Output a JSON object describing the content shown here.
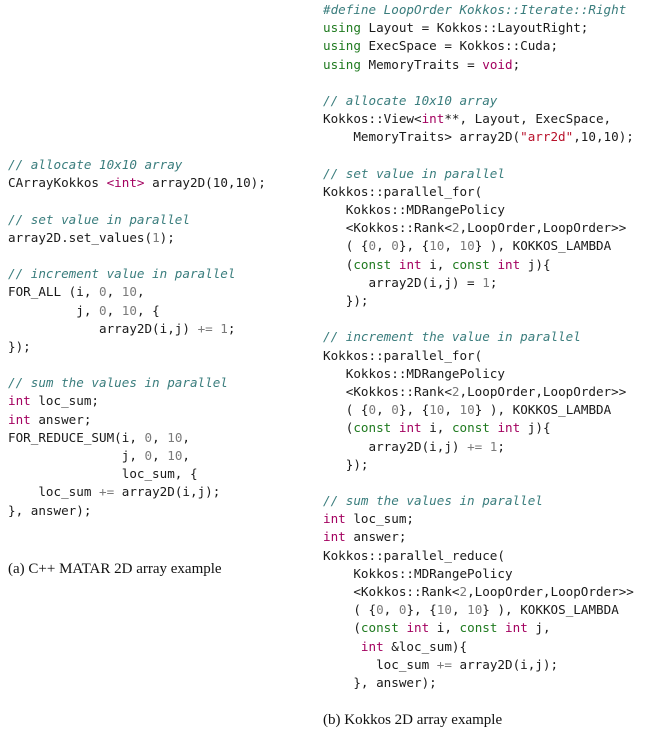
{
  "colors": {
    "comment": "#3a7d7d",
    "keyword": "#1f7a1f",
    "type": "#a3005f",
    "string": "#b8122b",
    "number": "#7a7a7a",
    "text": "#1a1a1a"
  },
  "figure_left": {
    "caption": "(a) C++ MATAR 2D array example",
    "lines": [
      [
        [
          "comment",
          "// allocate 10x10 array"
        ]
      ],
      [
        [
          "plain",
          "CArrayKokkos "
        ],
        [
          "type",
          "<int>"
        ],
        [
          "plain",
          " array2D(10,10);"
        ]
      ],
      [],
      [
        [
          "comment",
          "// set value in parallel"
        ]
      ],
      [
        [
          "plain",
          "array2D.set_values("
        ],
        [
          "num",
          "1"
        ],
        [
          "plain",
          ");"
        ]
      ],
      [],
      [
        [
          "comment",
          "// increment value in parallel"
        ]
      ],
      [
        [
          "plain",
          "FOR_ALL (i, "
        ],
        [
          "num",
          "0"
        ],
        [
          "plain",
          ", "
        ],
        [
          "num",
          "10"
        ],
        [
          "plain",
          ","
        ]
      ],
      [
        [
          "plain",
          "         j, "
        ],
        [
          "num",
          "0"
        ],
        [
          "plain",
          ", "
        ],
        [
          "num",
          "10"
        ],
        [
          "plain",
          ", {"
        ]
      ],
      [
        [
          "plain",
          "            array2D(i,j) "
        ],
        [
          "num",
          "+= 1"
        ],
        [
          "plain",
          ";"
        ]
      ],
      [
        [
          "plain",
          "});"
        ]
      ],
      [],
      [
        [
          "comment",
          "// sum the values in parallel"
        ]
      ],
      [
        [
          "type",
          "int"
        ],
        [
          "plain",
          " loc_sum;"
        ]
      ],
      [
        [
          "type",
          "int"
        ],
        [
          "plain",
          " answer;"
        ]
      ],
      [
        [
          "plain",
          "FOR_REDUCE_SUM(i, "
        ],
        [
          "num",
          "0"
        ],
        [
          "plain",
          ", "
        ],
        [
          "num",
          "10"
        ],
        [
          "plain",
          ","
        ]
      ],
      [
        [
          "plain",
          "               j, "
        ],
        [
          "num",
          "0"
        ],
        [
          "plain",
          ", "
        ],
        [
          "num",
          "10"
        ],
        [
          "plain",
          ","
        ]
      ],
      [
        [
          "plain",
          "               loc_sum, {"
        ]
      ],
      [
        [
          "plain",
          "    loc_sum "
        ],
        [
          "num",
          "+="
        ],
        [
          "plain",
          " array2D(i,j);"
        ]
      ],
      [
        [
          "plain",
          "}, answer);"
        ]
      ]
    ]
  },
  "figure_right": {
    "caption": "(b) Kokkos 2D array example",
    "lines": [
      [
        [
          "comment",
          "#define LoopOrder Kokkos::Iterate::Right"
        ]
      ],
      [
        [
          "kw",
          "using"
        ],
        [
          "plain",
          " Layout = Kokkos::LayoutRight;"
        ]
      ],
      [
        [
          "kw",
          "using"
        ],
        [
          "plain",
          " ExecSpace = Kokkos::Cuda;"
        ]
      ],
      [
        [
          "kw",
          "using"
        ],
        [
          "plain",
          " MemoryTraits = "
        ],
        [
          "type",
          "void"
        ],
        [
          "plain",
          ";"
        ]
      ],
      [],
      [
        [
          "comment",
          "// allocate 10x10 array"
        ]
      ],
      [
        [
          "plain",
          "Kokkos::View<"
        ],
        [
          "type",
          "int"
        ],
        [
          "plain",
          "**, Layout, ExecSpace,"
        ]
      ],
      [
        [
          "plain",
          "    MemoryTraits> array2D("
        ],
        [
          "str",
          "\"arr2d\""
        ],
        [
          "plain",
          ",10,10);"
        ]
      ],
      [],
      [
        [
          "comment",
          "// set value in parallel"
        ]
      ],
      [
        [
          "plain",
          "Kokkos::parallel_for("
        ]
      ],
      [
        [
          "plain",
          "   Kokkos::MDRangePolicy"
        ]
      ],
      [
        [
          "plain",
          "   <Kokkos::Rank<"
        ],
        [
          "num",
          "2"
        ],
        [
          "plain",
          ",LoopOrder,LoopOrder>>"
        ]
      ],
      [
        [
          "plain",
          "   ( {"
        ],
        [
          "num",
          "0"
        ],
        [
          "plain",
          ", "
        ],
        [
          "num",
          "0"
        ],
        [
          "plain",
          "}, {"
        ],
        [
          "num",
          "10"
        ],
        [
          "plain",
          ", "
        ],
        [
          "num",
          "10"
        ],
        [
          "plain",
          "} ), KOKKOS_LAMBDA"
        ]
      ],
      [
        [
          "plain",
          "   ("
        ],
        [
          "kw",
          "const"
        ],
        [
          "plain",
          " "
        ],
        [
          "type",
          "int"
        ],
        [
          "plain",
          " i, "
        ],
        [
          "kw",
          "const"
        ],
        [
          "plain",
          " "
        ],
        [
          "type",
          "int"
        ],
        [
          "plain",
          " j){"
        ]
      ],
      [
        [
          "plain",
          "      array2D(i,j) = "
        ],
        [
          "num",
          "1"
        ],
        [
          "plain",
          ";"
        ]
      ],
      [
        [
          "plain",
          "   });"
        ]
      ],
      [],
      [
        [
          "comment",
          "// increment the value in parallel"
        ]
      ],
      [
        [
          "plain",
          "Kokkos::parallel_for("
        ]
      ],
      [
        [
          "plain",
          "   Kokkos::MDRangePolicy"
        ]
      ],
      [
        [
          "plain",
          "   <Kokkos::Rank<"
        ],
        [
          "num",
          "2"
        ],
        [
          "plain",
          ",LoopOrder,LoopOrder>>"
        ]
      ],
      [
        [
          "plain",
          "   ( {"
        ],
        [
          "num",
          "0"
        ],
        [
          "plain",
          ", "
        ],
        [
          "num",
          "0"
        ],
        [
          "plain",
          "}, {"
        ],
        [
          "num",
          "10"
        ],
        [
          "plain",
          ", "
        ],
        [
          "num",
          "10"
        ],
        [
          "plain",
          "} ), KOKKOS_LAMBDA"
        ]
      ],
      [
        [
          "plain",
          "   ("
        ],
        [
          "kw",
          "const"
        ],
        [
          "plain",
          " "
        ],
        [
          "type",
          "int"
        ],
        [
          "plain",
          " i, "
        ],
        [
          "kw",
          "const"
        ],
        [
          "plain",
          " "
        ],
        [
          "type",
          "int"
        ],
        [
          "plain",
          " j){"
        ]
      ],
      [
        [
          "plain",
          "      array2D(i,j) "
        ],
        [
          "num",
          "+= 1"
        ],
        [
          "plain",
          ";"
        ]
      ],
      [
        [
          "plain",
          "   });"
        ]
      ],
      [],
      [
        [
          "comment",
          "// sum the values in parallel"
        ]
      ],
      [
        [
          "type",
          "int"
        ],
        [
          "plain",
          " loc_sum;"
        ]
      ],
      [
        [
          "type",
          "int"
        ],
        [
          "plain",
          " answer;"
        ]
      ],
      [
        [
          "plain",
          "Kokkos::parallel_reduce("
        ]
      ],
      [
        [
          "plain",
          "    Kokkos::MDRangePolicy"
        ]
      ],
      [
        [
          "plain",
          "    <Kokkos::Rank<"
        ],
        [
          "num",
          "2"
        ],
        [
          "plain",
          ",LoopOrder,LoopOrder>>"
        ]
      ],
      [
        [
          "plain",
          "    ( {"
        ],
        [
          "num",
          "0"
        ],
        [
          "plain",
          ", "
        ],
        [
          "num",
          "0"
        ],
        [
          "plain",
          "}, {"
        ],
        [
          "num",
          "10"
        ],
        [
          "plain",
          ", "
        ],
        [
          "num",
          "10"
        ],
        [
          "plain",
          "} ), KOKKOS_LAMBDA"
        ]
      ],
      [
        [
          "plain",
          "    ("
        ],
        [
          "kw",
          "const"
        ],
        [
          "plain",
          " "
        ],
        [
          "type",
          "int"
        ],
        [
          "plain",
          " i, "
        ],
        [
          "kw",
          "const"
        ],
        [
          "plain",
          " "
        ],
        [
          "type",
          "int"
        ],
        [
          "plain",
          " j,"
        ]
      ],
      [
        [
          "plain",
          "     "
        ],
        [
          "type",
          "int"
        ],
        [
          "plain",
          " &loc_sum){"
        ]
      ],
      [
        [
          "plain",
          "       loc_sum "
        ],
        [
          "num",
          "+="
        ],
        [
          "plain",
          " array2D(i,j);"
        ]
      ],
      [
        [
          "plain",
          "    }, answer);"
        ]
      ]
    ]
  }
}
